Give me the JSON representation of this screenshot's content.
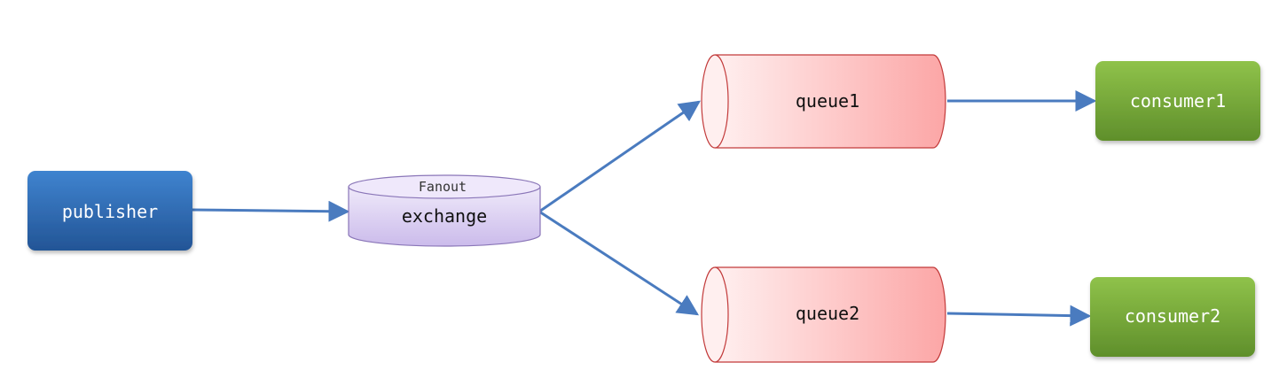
{
  "nodes": {
    "publisher": {
      "label": "publisher"
    },
    "exchange": {
      "label": "exchange",
      "type_label": "Fanout"
    },
    "queue1": {
      "label": "queue1"
    },
    "queue2": {
      "label": "queue2"
    },
    "consumer1": {
      "label": "consumer1"
    },
    "consumer2": {
      "label": "consumer2"
    }
  },
  "edges": [
    {
      "from": "publisher",
      "to": "exchange"
    },
    {
      "from": "exchange",
      "to": "queue1"
    },
    {
      "from": "exchange",
      "to": "queue2"
    },
    {
      "from": "queue1",
      "to": "consumer1"
    },
    {
      "from": "queue2",
      "to": "consumer2"
    }
  ],
  "colors": {
    "publisher": "#2e6bb3",
    "exchange": "#d9cdf0",
    "queue": "#fbb8b8",
    "consumer": "#76a636",
    "arrow": "#4a7bbf"
  }
}
